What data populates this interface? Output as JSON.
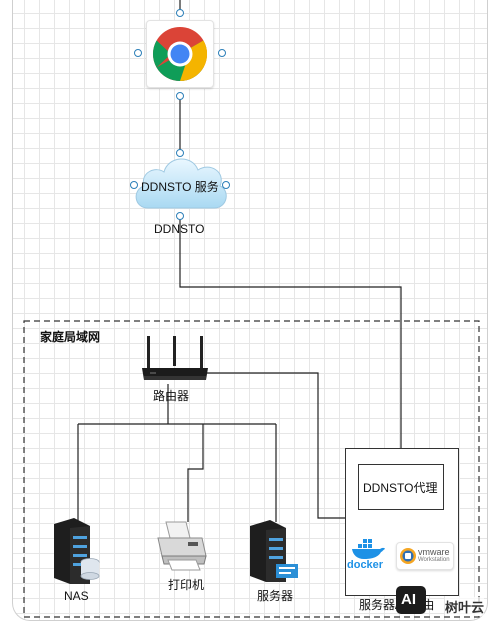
{
  "diagram": {
    "browser_node": {
      "icon": "chrome-icon"
    },
    "cloud_node": {
      "inner_label": "DDNSTO 服务",
      "caption": "DDNSTO",
      "icon": "cloud-icon"
    },
    "lan_group": {
      "title": "家庭局域网"
    },
    "router_node": {
      "label": "路由器",
      "icon": "router-icon"
    },
    "nas_node": {
      "label": "NAS",
      "icon": "nas-server-icon"
    },
    "printer_node": {
      "label": "打印机",
      "icon": "printer-icon"
    },
    "server_node": {
      "label": "服务器",
      "icon": "server-icon"
    },
    "proxy_box": {
      "label": "DDNSTO代理"
    },
    "host_box": {
      "caption": "服务器/软路由"
    },
    "docker_logo": {
      "text": "docker",
      "icon": "docker-whale-icon"
    },
    "vmware_logo": {
      "brand": "vmware",
      "product": "Workstation",
      "icon": "vmware-icon"
    },
    "watermark": {
      "badge": "AI",
      "text": "树叶云"
    }
  },
  "colors": {
    "handle": "#2c7fb8",
    "grid": "#e6e6e6",
    "docker": "#1d91e6",
    "cloud": "#bfe3f6"
  }
}
